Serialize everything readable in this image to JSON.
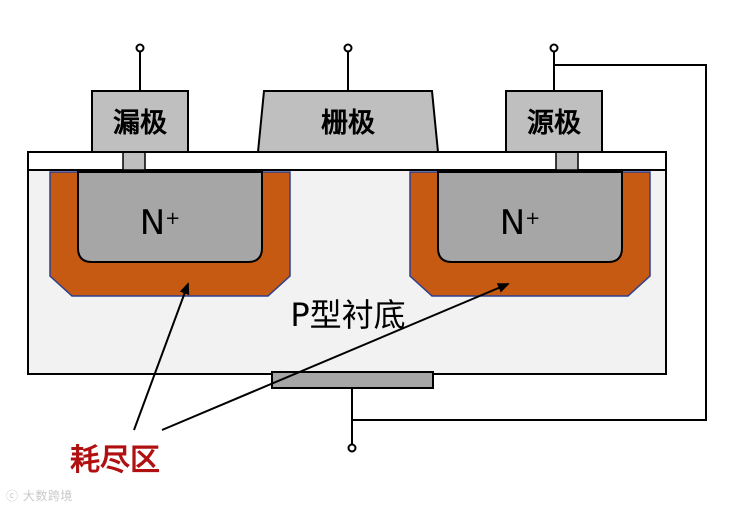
{
  "labels": {
    "drain": "漏极",
    "gate": "栅极",
    "source": "源极",
    "n_plus_left": "N",
    "n_plus_right": "N",
    "plus_sign": "+",
    "substrate": "P型衬底",
    "depletion": "耗尽区"
  },
  "watermark": "大数跨境",
  "colors": {
    "depletion": "#c65a12",
    "n_region": "#a6a6a6",
    "electrode": "#bfbfbf",
    "substrate": "#f2f2f2",
    "annotation_red": "#b01010",
    "line": "#000000"
  }
}
